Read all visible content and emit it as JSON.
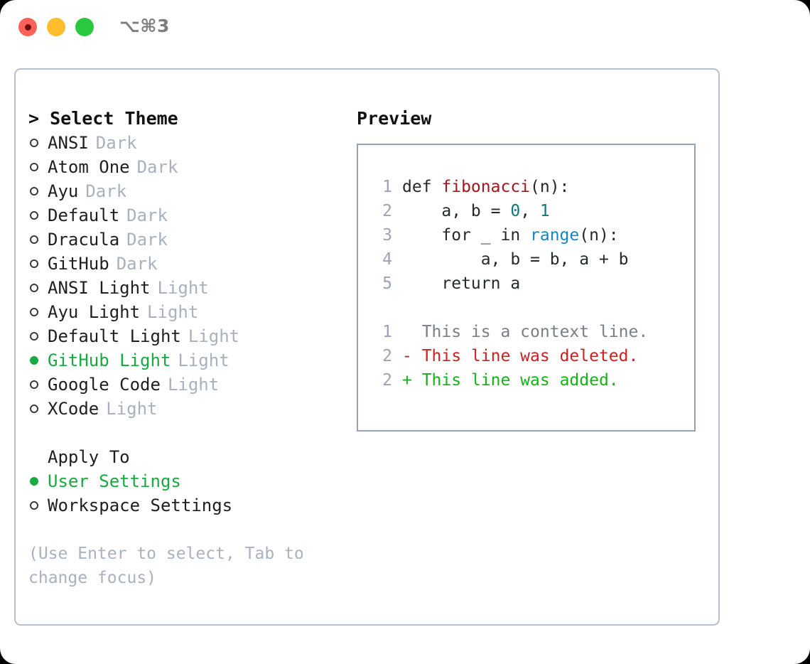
{
  "window": {
    "title": "⌥⌘3",
    "traffic_lights": [
      {
        "name": "close",
        "color": "#ff6059"
      },
      {
        "name": "minimize",
        "color": "#ffbd2e"
      },
      {
        "name": "zoom",
        "color": "#28c93f"
      }
    ]
  },
  "theme_picker": {
    "heading": "> Select Theme",
    "items": [
      {
        "label": "ANSI",
        "mode": "Dark",
        "selected": false
      },
      {
        "label": "Atom One",
        "mode": "Dark",
        "selected": false
      },
      {
        "label": "Ayu",
        "mode": "Dark",
        "selected": false
      },
      {
        "label": "Default",
        "mode": "Dark",
        "selected": false
      },
      {
        "label": "Dracula",
        "mode": "Dark",
        "selected": false
      },
      {
        "label": "GitHub",
        "mode": "Dark",
        "selected": false
      },
      {
        "label": "ANSI Light",
        "mode": "Light",
        "selected": false
      },
      {
        "label": "Ayu Light",
        "mode": "Light",
        "selected": false
      },
      {
        "label": "Default Light",
        "mode": "Light",
        "selected": false
      },
      {
        "label": "GitHub Light",
        "mode": "Light",
        "selected": true
      },
      {
        "label": "Google Code",
        "mode": "Light",
        "selected": false
      },
      {
        "label": "XCode",
        "mode": "Light",
        "selected": false
      }
    ]
  },
  "apply_to": {
    "heading": "Apply To",
    "items": [
      {
        "label": "User Settings",
        "selected": true
      },
      {
        "label": "Workspace Settings",
        "selected": false
      }
    ]
  },
  "hint": "(Use Enter to select, Tab to change focus)",
  "preview": {
    "title": "Preview",
    "code_lines": [
      {
        "lineno": "1",
        "tokens": [
          {
            "text": "def ",
            "type": "keyword"
          },
          {
            "text": "fibonacci",
            "type": "function"
          },
          {
            "text": "(n):",
            "type": "punct"
          }
        ]
      },
      {
        "lineno": "2",
        "tokens": [
          {
            "text": "    a, b = ",
            "type": "plain"
          },
          {
            "text": "0",
            "type": "number"
          },
          {
            "text": ", ",
            "type": "punct"
          },
          {
            "text": "1",
            "type": "number"
          }
        ]
      },
      {
        "lineno": "3",
        "tokens": [
          {
            "text": "    for _ in ",
            "type": "plain"
          },
          {
            "text": "range",
            "type": "call"
          },
          {
            "text": "(n):",
            "type": "punct"
          }
        ]
      },
      {
        "lineno": "4",
        "tokens": [
          {
            "text": "        a, b = b, a + b",
            "type": "plain"
          }
        ]
      },
      {
        "lineno": "5",
        "tokens": [
          {
            "text": "    return a",
            "type": "plain"
          }
        ]
      }
    ],
    "diff_lines": [
      {
        "lineno": "1",
        "marker": "  ",
        "text": "This is a context line.",
        "kind": "context"
      },
      {
        "lineno": "2",
        "marker": "- ",
        "text": "This line was deleted.",
        "kind": "deleted"
      },
      {
        "lineno": "2",
        "marker": "+ ",
        "text": "This line was added.",
        "kind": "added"
      }
    ]
  },
  "colors": {
    "accent_green": "#17ab3f",
    "muted": "#a9b1bd",
    "panel_border": "#b6bfcb",
    "preview_border": "#97a2b1",
    "syntax_function": "#a3161c",
    "syntax_number": "#0d7a7a",
    "syntax_call": "#1487bf",
    "diff_deleted": "#cc2022",
    "diff_added": "#16b317",
    "diff_context": "#787f87"
  }
}
